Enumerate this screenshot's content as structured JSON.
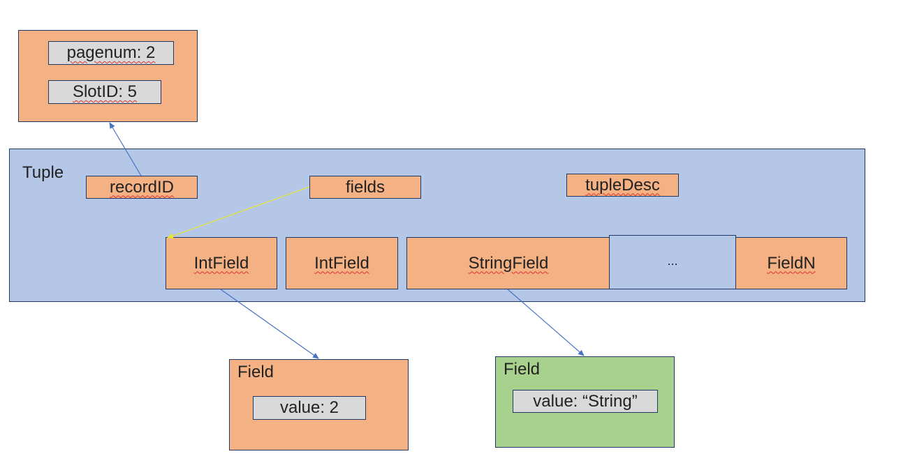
{
  "record_id_box": {
    "pagenum_label": "pagenum: 2",
    "slotid_label": "SlotID: 5"
  },
  "tuple": {
    "title": "Tuple",
    "record_id_label": "recordID",
    "fields_label": "fields",
    "tuple_desc_label": "tupleDesc",
    "field_slots": [
      "IntField",
      "IntField",
      "StringField",
      "...",
      "FieldN"
    ]
  },
  "int_field_object": {
    "title": "Field",
    "value_label": "value: 2"
  },
  "string_field_object": {
    "title": "Field",
    "value_label": "value: “String”"
  },
  "colors": {
    "orange": "#f4b183",
    "blue": "#b4c7e7",
    "green": "#a9d18e",
    "grey": "#d9d9d9",
    "border": "#1f3864",
    "arrow_blue": "#4472c4",
    "arrow_yellow": "#e6e62e"
  }
}
